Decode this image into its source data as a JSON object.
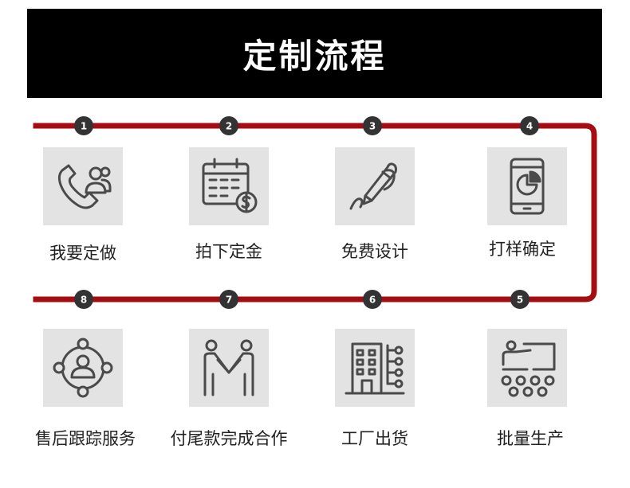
{
  "title": "定制流程",
  "colors": {
    "line": "#a50d12",
    "dot": "#333333",
    "tile": "#e3e3e3",
    "icon": "#4a4a4a"
  },
  "steps": [
    {
      "num": "1",
      "label": "我要定做",
      "icon": "phone-people-icon"
    },
    {
      "num": "2",
      "label": "拍下定金",
      "icon": "calendar-dollar-icon"
    },
    {
      "num": "3",
      "label": "免费设计",
      "icon": "pen-design-icon"
    },
    {
      "num": "4",
      "label": "打样确定",
      "icon": "phone-chart-icon"
    },
    {
      "num": "5",
      "label": "批量生产",
      "icon": "presenter-icon"
    },
    {
      "num": "6",
      "label": "工厂出货",
      "icon": "factory-building-icon"
    },
    {
      "num": "7",
      "label": "付尾款完成合作",
      "icon": "handshake-people-icon"
    },
    {
      "num": "8",
      "label": "售后跟踪服务",
      "icon": "network-person-icon"
    }
  ]
}
